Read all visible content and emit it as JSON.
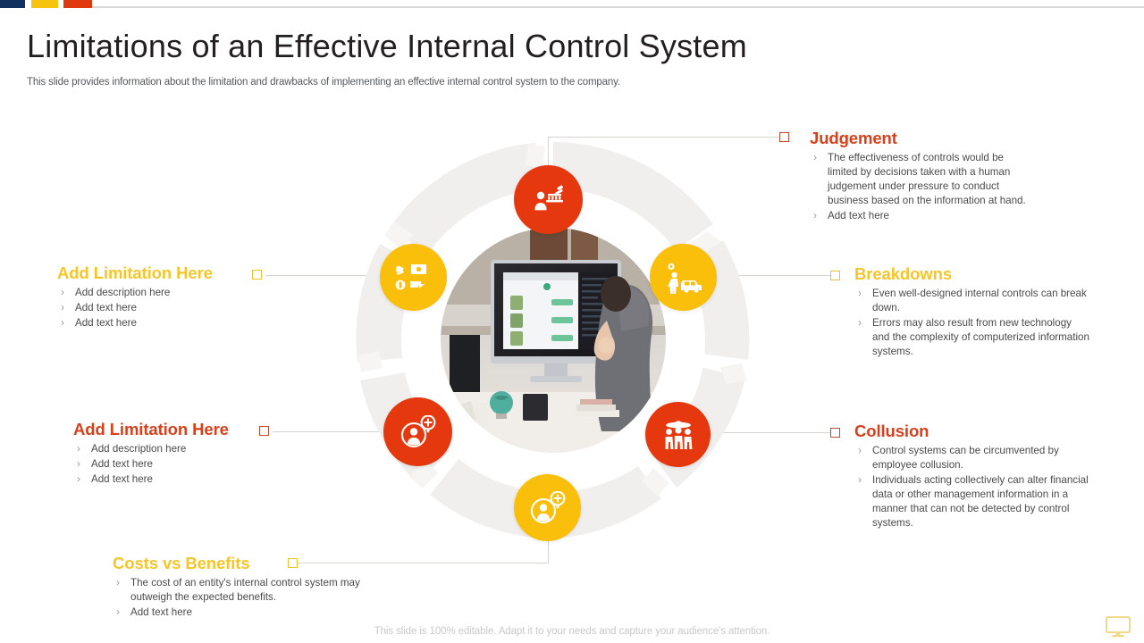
{
  "header": {
    "title": "Limitations of an Effective Internal Control System",
    "subtitle": "This slide provides information about the limitation and drawbacks of implementing an effective internal control system to the company."
  },
  "colors": {
    "brand_navy": "#12315f",
    "brand_gold": "#f6c40e",
    "brand_red": "#e0380f",
    "bubble_red": "#e5380f",
    "bubble_gold": "#f9bf0b",
    "heading_red": "#d6401c",
    "heading_gold": "#f6c528",
    "body_text": "#4a4a4a",
    "connector": "#d7d3d0"
  },
  "sections": {
    "judgement": {
      "title": "Judgement",
      "accent": "red",
      "bullets": [
        "The effectiveness of controls would be limited by decisions taken with a human judgement under pressure to conduct business based on the information at hand.",
        "Add text here"
      ]
    },
    "breakdowns": {
      "title": "Breakdowns",
      "accent": "gold",
      "bullets": [
        "Even well-designed internal controls can break down.",
        "Errors may also result from new technology and the complexity of computerized information systems."
      ]
    },
    "collusion": {
      "title": "Collusion",
      "accent": "red",
      "bullets": [
        "Control systems can be circumvented by employee collusion.",
        "Individuals acting collectively can alter financial data or other management information in a manner that can not be detected by control systems."
      ]
    },
    "limitation_one": {
      "title": "Add Limitation Here",
      "accent": "gold",
      "bullets": [
        "Add description here",
        "Add text here",
        "Add text here"
      ]
    },
    "limitation_two": {
      "title": "Add Limitation Here",
      "accent": "red",
      "bullets": [
        "Add description here",
        "Add text here",
        "Add text here"
      ]
    },
    "costs_vs_benefits": {
      "title": "Costs vs Benefits",
      "accent": "gold",
      "bullets": [
        "The cost of an entity's internal control system may outweigh the expected benefits.",
        "Add text here"
      ]
    }
  },
  "diagram": {
    "center_photo_alt": "person working at desktop computer",
    "nodes": [
      {
        "position": "top",
        "icon": "gavel-bank-icon",
        "color": "red"
      },
      {
        "position": "left",
        "icon": "money-transfer-icon",
        "color": "gold"
      },
      {
        "position": "right",
        "icon": "person-car-icon",
        "color": "gold"
      },
      {
        "position": "bottom-left",
        "icon": "add-user-icon",
        "color": "red"
      },
      {
        "position": "bottom-right",
        "icon": "group-people-icon",
        "color": "red"
      },
      {
        "position": "bottom",
        "icon": "add-user-icon",
        "color": "gold"
      }
    ]
  },
  "footer": {
    "note": "This slide is 100% editable. Adapt it to your needs and capture your audience's attention.",
    "icon": "monitor-icon"
  }
}
